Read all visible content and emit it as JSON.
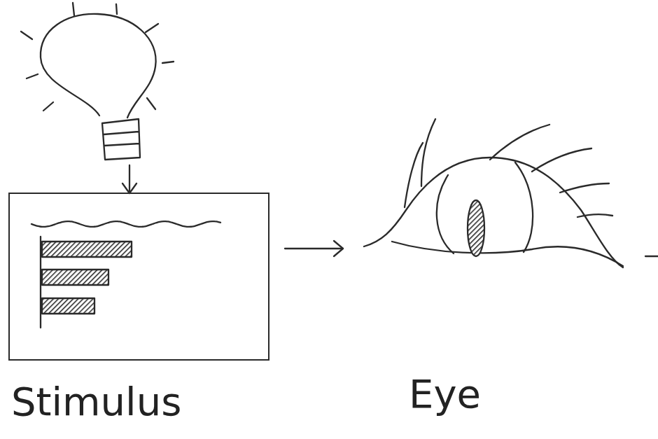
{
  "diagram": {
    "nodes": [
      {
        "text": [
          "Stimulus"
        ]
      },
      {
        "text": [
          "Eye"
        ]
      }
    ],
    "edges": [
      {
        "from": 0,
        "to": 1,
        "arrow": "to"
      }
    ]
  }
}
